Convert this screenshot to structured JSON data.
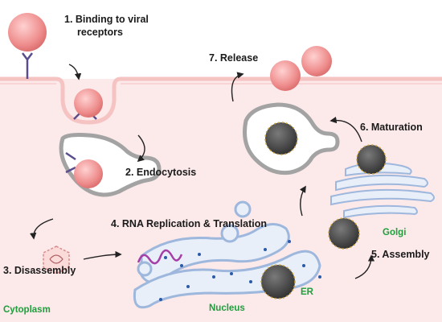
{
  "labels": {
    "step1_line1": "1.  Binding to viral",
    "step1_line2": "receptors",
    "step2": "2. Endocytosis",
    "step3": "3. Disassembly",
    "step4": "4. RNA Replication & Translation",
    "step5": "5. Assembly",
    "step6": "6. Maturation",
    "step7": "7. Release",
    "cytoplasm": "Cytoplasm",
    "nucleus": "Nucleus",
    "er": "ER",
    "golgi": "Golgi"
  },
  "colors": {
    "cytoplasm": "#fce9ea",
    "membrane": "#f6c3c3",
    "virus_immature": "#ee8b8b",
    "virus_mature": "#3d3d3d",
    "receptor": "#5b4d8c",
    "organelle": "#c7d6ee",
    "label_green": "#1f9e3c"
  },
  "icons": {
    "receptor": "receptor-icon",
    "virus": "virus-particle-icon",
    "rna": "rna-strand-icon",
    "arrow": "curved-arrow-icon"
  }
}
